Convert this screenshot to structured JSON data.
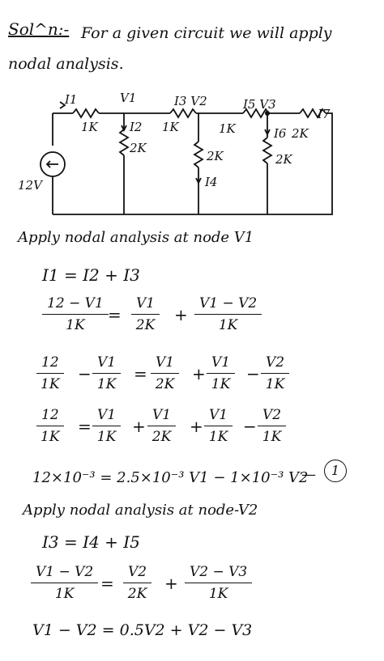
{
  "header": {
    "sol": "Sol^n:-",
    "intro_1": "For a given circuit we will apply",
    "intro_2": "nodal analysis."
  },
  "circuit": {
    "I1": "I1",
    "V1": "V1",
    "I3V2": "I3 V2",
    "I5V3": "I5 V3",
    "I7": "I7",
    "r1": "1K",
    "r2": "1K",
    "r3": "1K",
    "I2": "I2",
    "I2val": "2K",
    "I4r": "2K",
    "I4": "I4",
    "I6": "I6",
    "r6a": "2K",
    "r6b": "2K",
    "src": "12V"
  },
  "node1": {
    "heading": "Apply nodal analysis at node V1",
    "eq1": "I1 = I2 + I3",
    "eq2": {
      "a_num": "12 − V1",
      "a_den": "1K",
      "eq": "=",
      "b_num": "V1",
      "b_den": "2K",
      "plus": "+",
      "c_num": "V1 − V2",
      "c_den": "1K"
    },
    "eq3": {
      "a_num": "12",
      "a_den": "1K",
      "m1": "−",
      "b_num": "V1",
      "b_den": "1K",
      "eq": "=",
      "c_num": "V1",
      "c_den": "2K",
      "p1": "+",
      "d_num": "V1",
      "d_den": "1K",
      "m2": "−",
      "e_num": "V2",
      "e_den": "1K"
    },
    "eq4": {
      "a_num": "12",
      "a_den": "1K",
      "eq": "=",
      "b_num": "V1",
      "b_den": "1K",
      "p1": "+",
      "c_num": "V1",
      "c_den": "2K",
      "p2": "+",
      "d_num": "V1",
      "d_den": "1K",
      "m1": "−",
      "e_num": "V2",
      "e_den": "1K"
    },
    "eq5": "12×10⁻³ = 2.5×10⁻³ V1 − 1×10⁻³ V2",
    "eq5_tag": "1"
  },
  "node2": {
    "heading": "Apply nodal analysis at node-V2",
    "eq1": "I3 = I4 + I5",
    "eq2": {
      "a_num": "V1 − V2",
      "a_den": "1K",
      "eq": "=",
      "b_num": "V2",
      "b_den": "2K",
      "plus": "+",
      "c_num": "V2 − V3",
      "c_den": "1K"
    },
    "eq3": "V1 − V2 = 0.5V2 + V2 − V3"
  }
}
